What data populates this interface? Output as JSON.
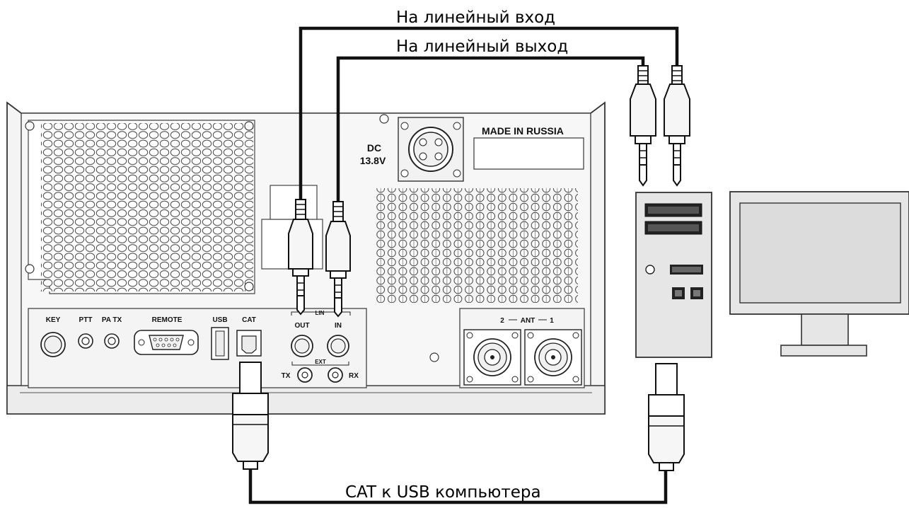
{
  "captions": {
    "line_in": "На линейный вход",
    "line_out": "На линейный выход",
    "cat_usb": "CAT к USB компьютера"
  },
  "radio": {
    "made_in": "MADE IN RUSSIA",
    "dc_label": "DC",
    "dc_voltage": "13.8V",
    "ports": {
      "key": "KEY",
      "ptt": "PTT",
      "pa_tx": "PA TX",
      "remote": "REMOTE",
      "usb": "USB",
      "cat": "CAT",
      "lin": "LIN",
      "out": "OUT",
      "in": "IN",
      "ext": "EXT",
      "tx": "TX",
      "rx": "RX",
      "ant": "ANT",
      "ant_2": "2",
      "ant_1": "1"
    }
  },
  "colors": {
    "cable": "#111111",
    "panel_fill": "#f4f4f4",
    "device_fill": "#e6e6e6",
    "screen_fill": "#dcdcdc",
    "outline": "#333333"
  }
}
